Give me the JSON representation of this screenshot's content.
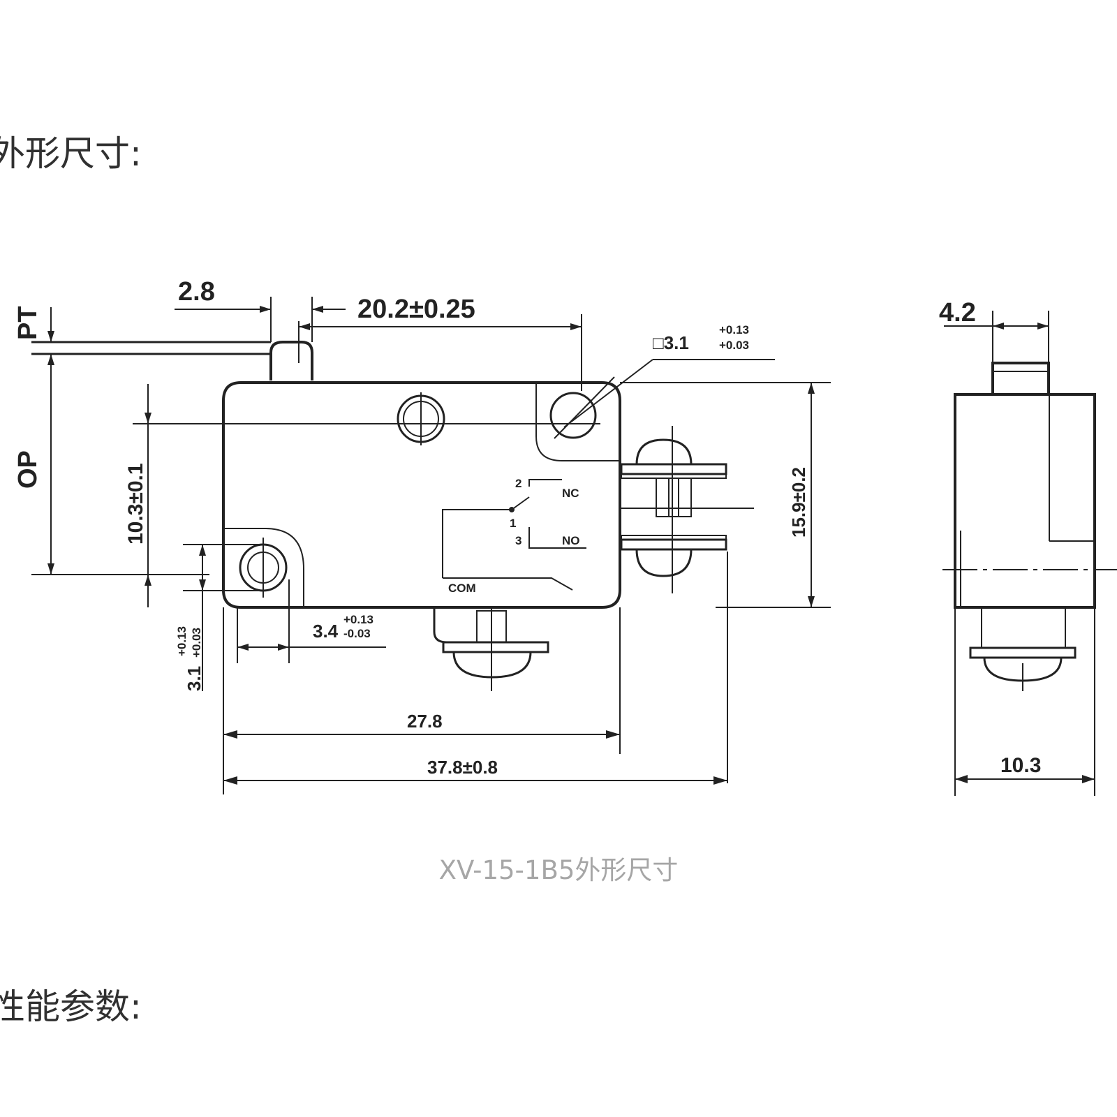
{
  "headings": {
    "outline_dimensions": "外形尺寸:",
    "performance_params": "性能参数:"
  },
  "caption": "XV-15-1B5外形尺寸",
  "dimensions": {
    "lever_width": "2.8",
    "actuator_position": "20.2±0.25",
    "pt": "PT",
    "op": "OP",
    "mount_hole_square": "□3.1",
    "mount_hole_tol_plus": "+0.13",
    "mount_hole_tol_minus": "+0.03",
    "hole_height": "10.3±0.1",
    "body_height": "15.9±0.2",
    "hole_offset": "3.4",
    "hole_offset_tol_plus": "+0.13",
    "hole_offset_tol_minus": "-0.03",
    "hole_diameter": "3.1",
    "hole_diameter_tol": "+0.13",
    "hole_diameter_tol2": "+0.03",
    "hole_spacing": "27.8",
    "overall_length": "37.8±0.8",
    "side_actuator_width": "4.2",
    "side_body_width": "10.3"
  },
  "terminals": {
    "nc": "NC",
    "no": "NO",
    "com": "COM",
    "pin_1": "1",
    "pin_2": "2",
    "pin_3": "3"
  }
}
